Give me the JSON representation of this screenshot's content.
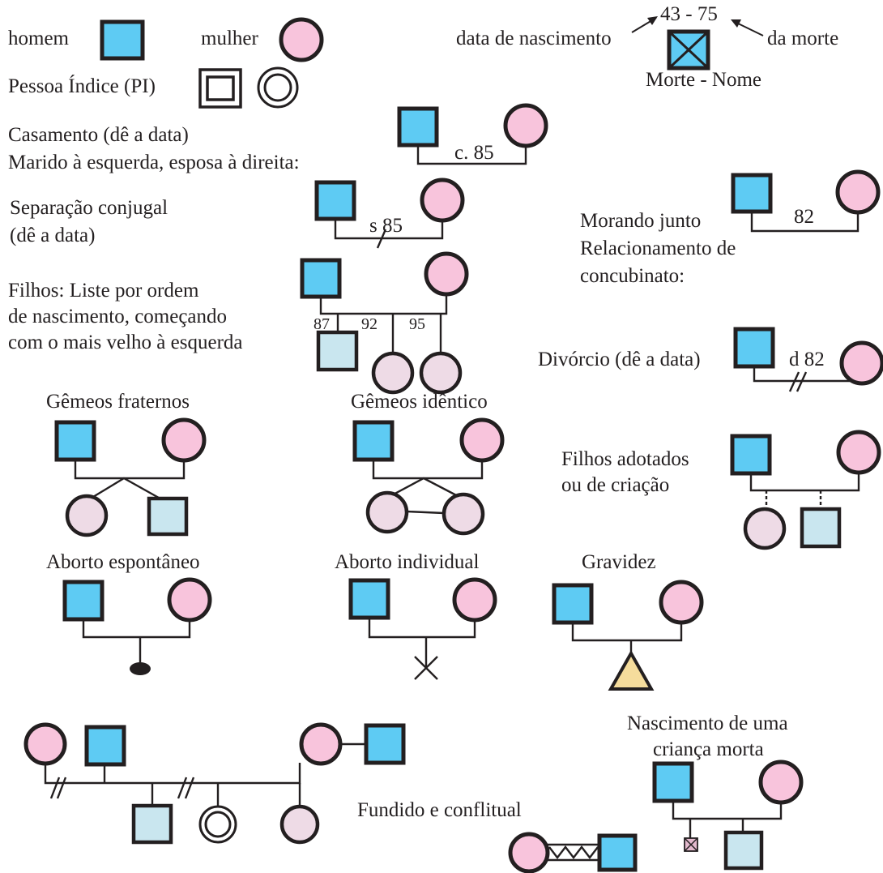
{
  "legend": {
    "male": "homem",
    "female": "mulher",
    "index_person": "Pessoa Índice (PI)",
    "birth_date": "data de nascimento",
    "dates": "43 - 75",
    "death_date": "da morte",
    "death_name": "Morte - Nome"
  },
  "sections": {
    "marriage_line1": "Casamento (dê a data)",
    "marriage_line2": "Marido à esquerda, esposa à direita:",
    "marriage_tag": "c. 85",
    "separation_line1": "Separação conjugal",
    "separation_line2": "(dê a data)",
    "separation_tag": "s 85",
    "cohab_line1": "Morando junto",
    "cohab_line2": "Relacionamento de",
    "cohab_line3": "concubinato:",
    "cohab_tag": "82",
    "children_line1": "Filhos: Liste por ordem",
    "children_line2": "de nascimento, começando",
    "children_line3": "com o mais velho à esquerda",
    "child_year1": "87",
    "child_year2": "92",
    "child_year3": "95",
    "divorce": "Divórcio (dê a data)",
    "divorce_tag": "d 82",
    "fraternal": "Gêmeos fraternos",
    "identical": "Gêmeos idêntico",
    "adopted_line1": "Filhos adotados",
    "adopted_line2": "ou de criação",
    "miscarriage": "Aborto espontâneo",
    "abortion": "Aborto individual",
    "pregnancy": "Gravidez",
    "stillbirth_line1": "Nascimento de uma",
    "stillbirth_line2": "criança morta",
    "fused": "Fundido e conflitual"
  },
  "colors": {
    "male_fill": "#5ecbf3",
    "female_fill": "#f8c4dc",
    "child_male_fill": "#c9e6ef",
    "child_female_fill": "#eedbe6",
    "pregnancy_fill": "#f5dc9c",
    "line": "#231f20"
  }
}
